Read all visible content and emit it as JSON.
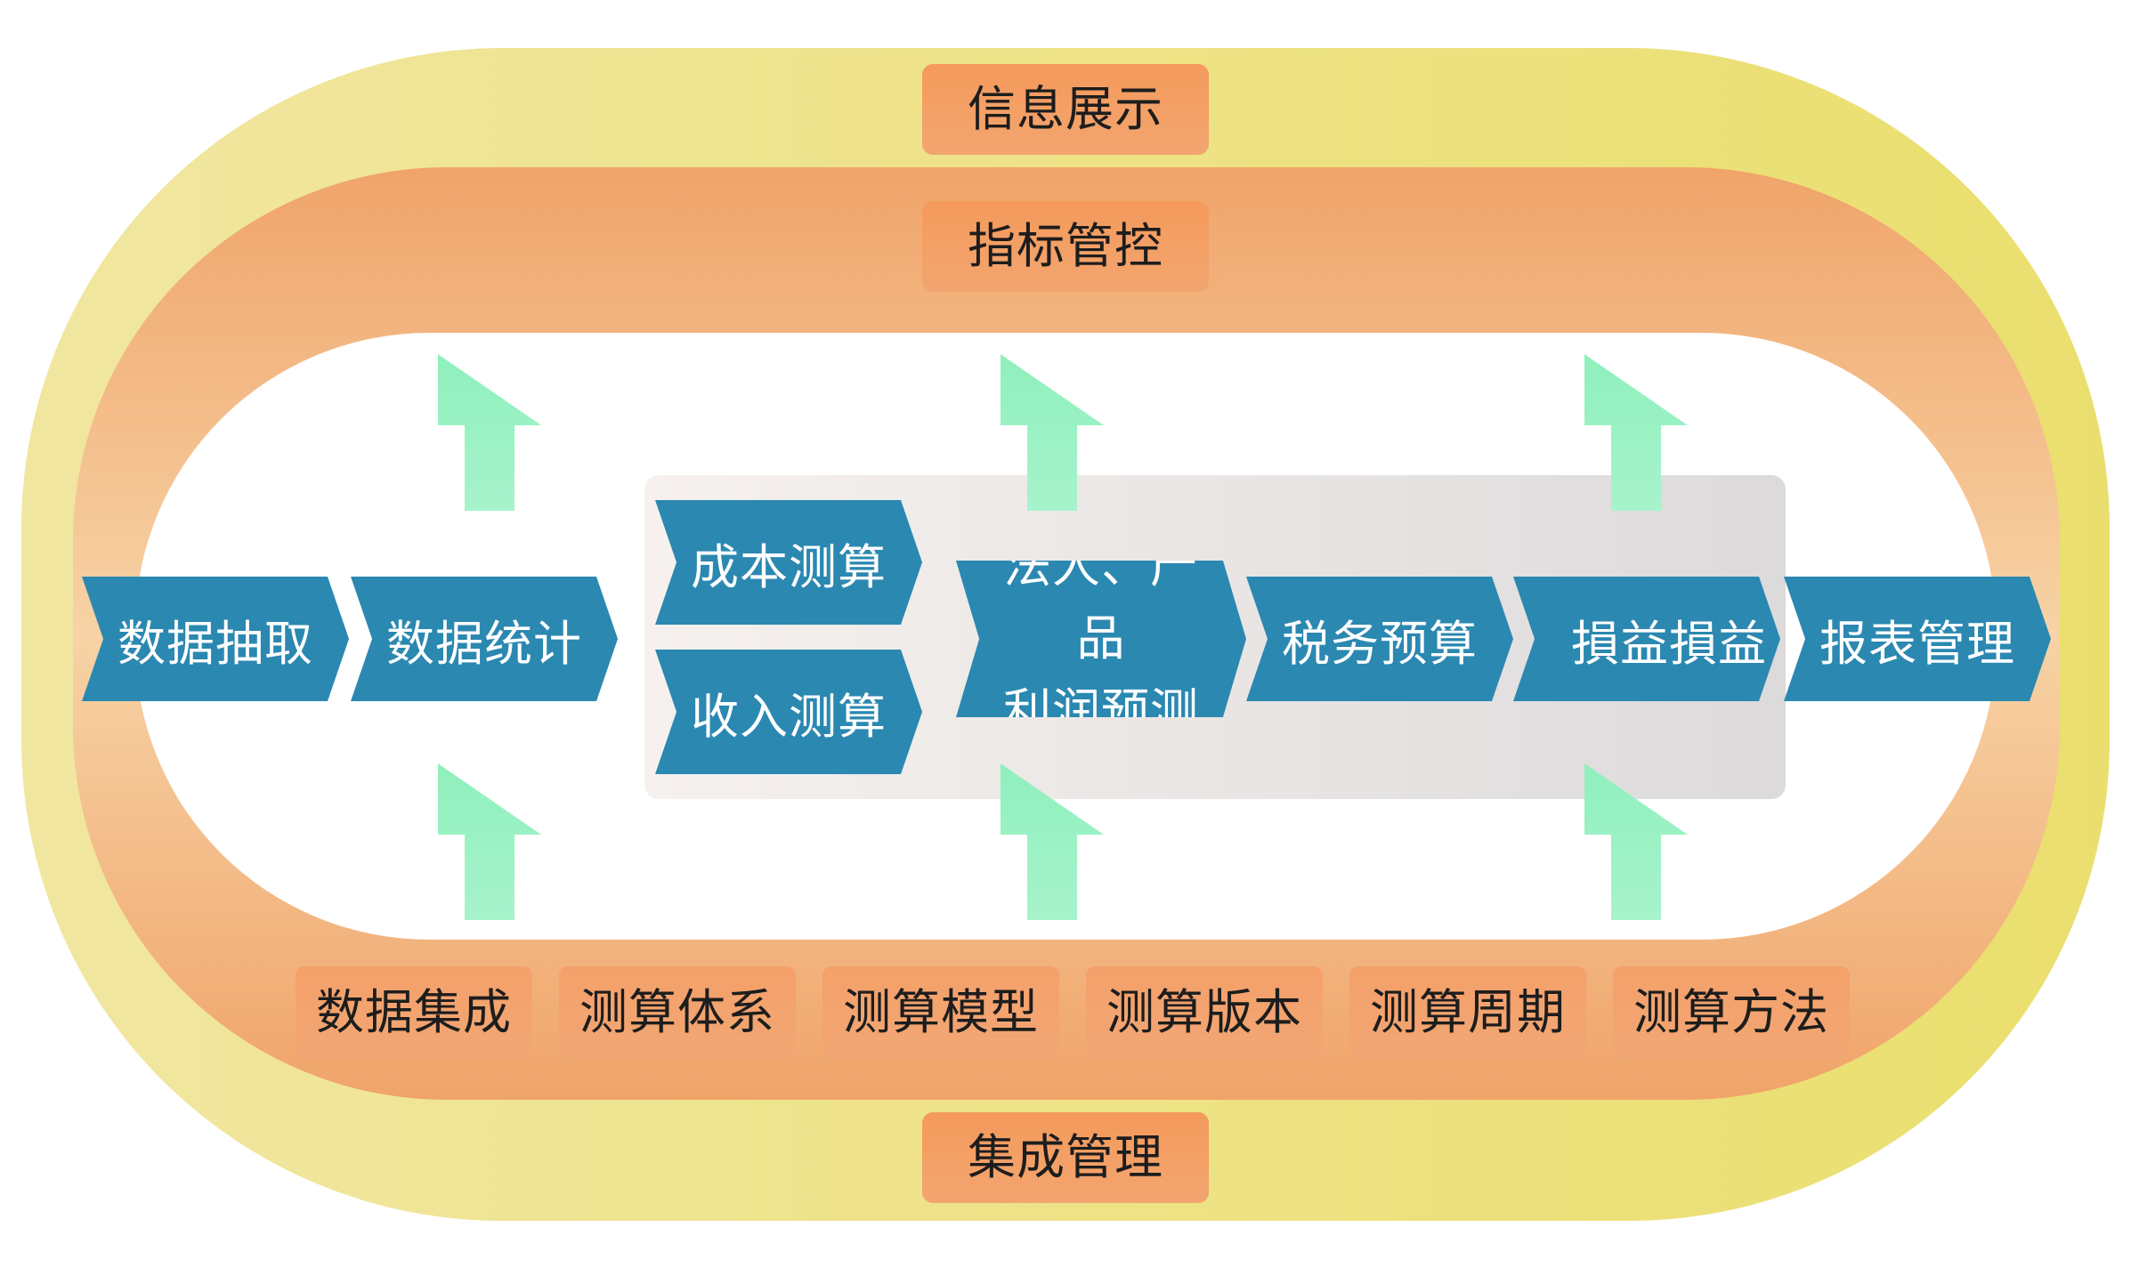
{
  "top": {
    "outer_label": "信息展示",
    "inner_label": "指标管控"
  },
  "flow": {
    "steps": [
      "数据抽取",
      "数据统计"
    ],
    "measures": [
      "成本测算",
      "收入测算"
    ],
    "forecast": [
      "法人、产品",
      "利润预测"
    ],
    "tax": "税务预算",
    "profit": "損益損益",
    "report": "报表管理"
  },
  "bottom": {
    "items": [
      "数据集成",
      "测算体系",
      "测算模型",
      "测算版本",
      "测算周期",
      "测算方法"
    ],
    "outer_label": "集成管理"
  },
  "colors": {
    "outer_ring": "#ede185",
    "middle_ring": "#f2ab72",
    "chevron": "#2b88b1",
    "label_box": "#f59a5c",
    "arrow": "#98f2c4",
    "panel": "#e6e4e3"
  }
}
